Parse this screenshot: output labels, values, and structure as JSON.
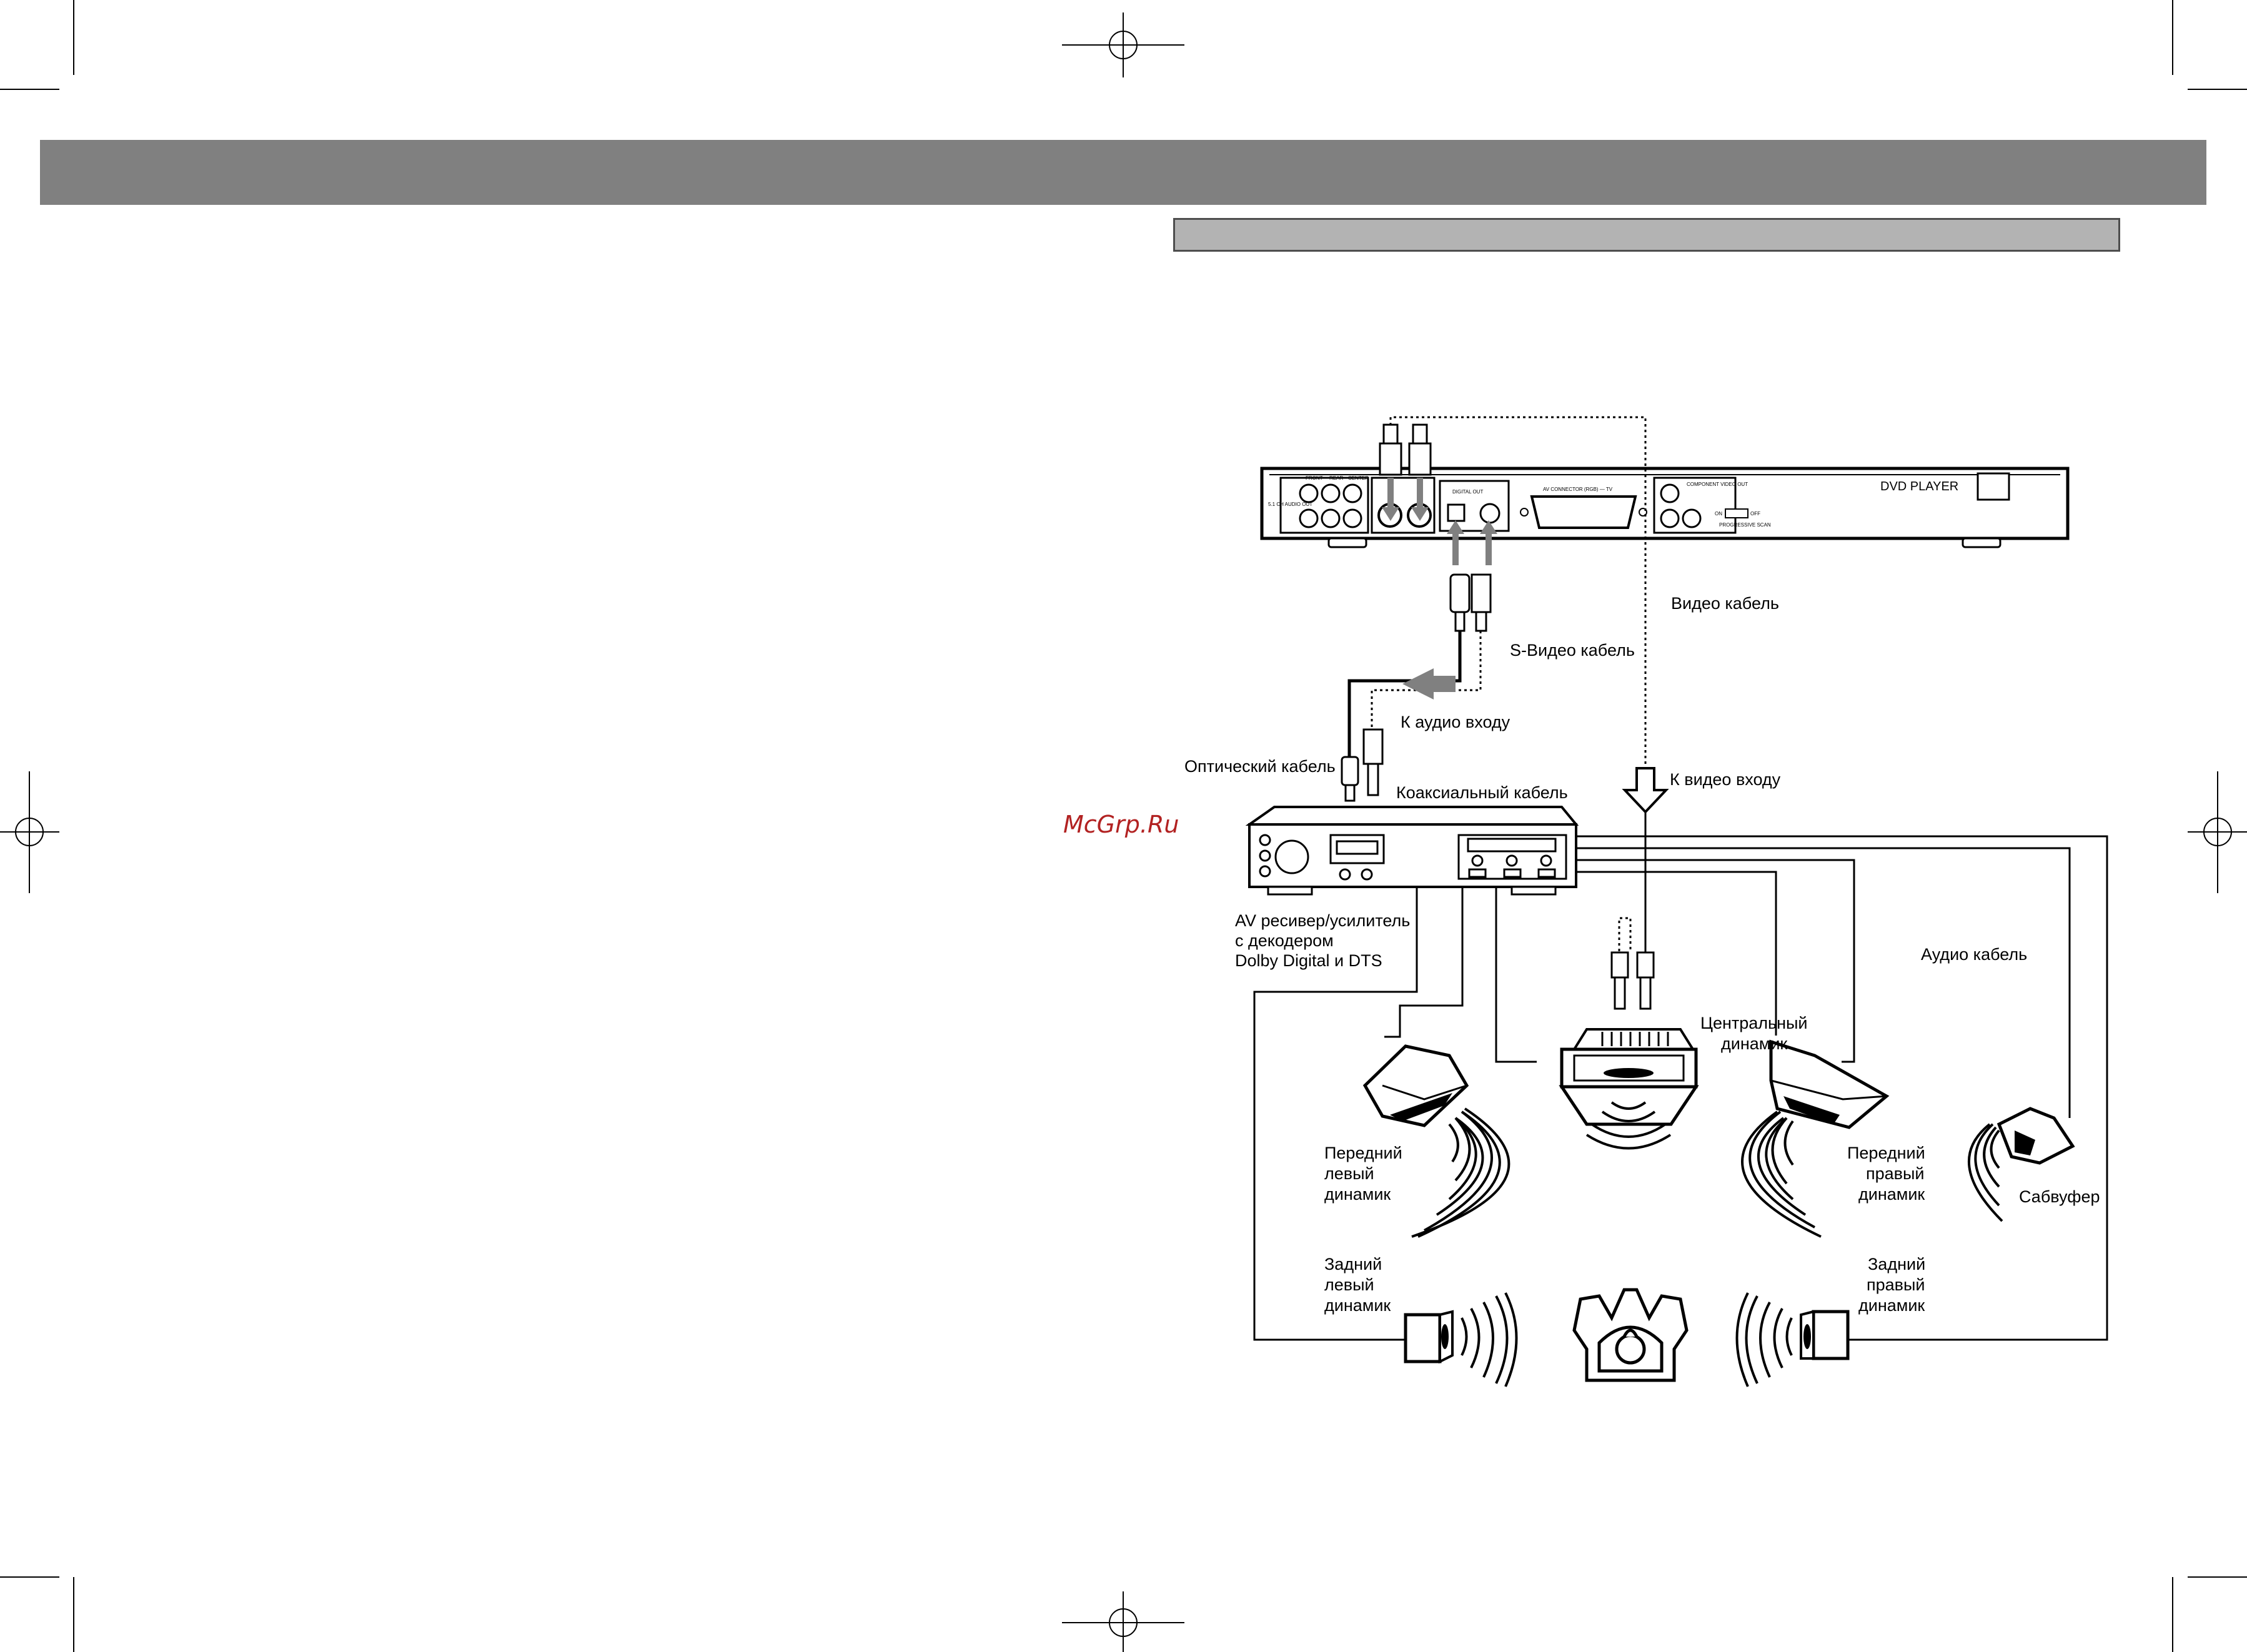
{
  "watermark": "McGrp.Ru",
  "device_labels": {
    "dvd_player": "DVD PLAYER",
    "av_connector": "AV CONNECTOR (RGB) — TV",
    "digital_out": "DIGITAL OUT",
    "component_out": "COMPONENT VIDEO OUT",
    "progressive": "PROGRESSIVE SCAN",
    "on": "ON",
    "off": "OFF",
    "ch51": "5.1 CH AUDIO OUT",
    "front": "FRONT",
    "rear": "REAR",
    "center": "CENTER"
  },
  "labels": {
    "video_cable": "Видео кабель",
    "svideo_cable": "S-Видео кабель",
    "to_audio_input": "К аудио входу",
    "optical_cable": "Оптический кабель",
    "coaxial_cable": "Коаксиальный кабель",
    "to_video_input": "К видео входу",
    "av_receiver": [
      "AV ресивер/усилитель",
      "с декодером",
      "Dolby Digital и DTS"
    ],
    "audio_cable": "Аудио кабель",
    "center_speaker": [
      "Центральный",
      "динамик"
    ],
    "front_left_speaker": [
      "Передний",
      "левый",
      "динамик"
    ],
    "front_right_speaker": [
      "Передний",
      "правый",
      "динамик"
    ],
    "subwoofer": "Сабвуфер",
    "rear_left_speaker": [
      "Задний",
      "левый",
      "динамик"
    ],
    "rear_right_speaker": [
      "Задний",
      "правый",
      "динамик"
    ]
  },
  "colors": {
    "header_bar": "#808080",
    "section_bar": "#b3b3b3",
    "watermark": "#b22222",
    "arrow_gray": "#808080"
  }
}
